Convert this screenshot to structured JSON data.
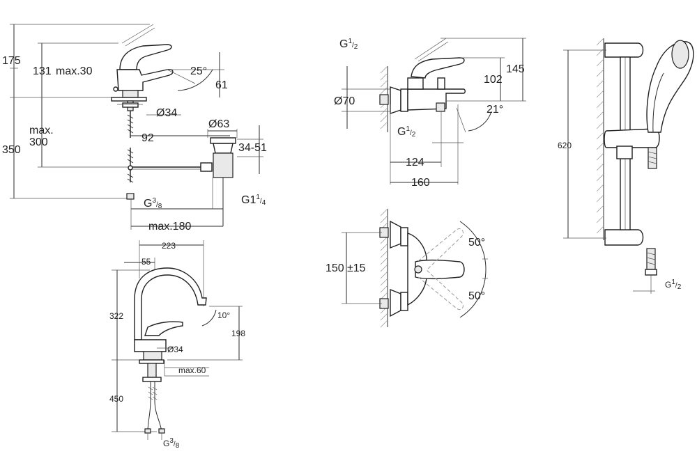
{
  "basin_mixer": {
    "dims": {
      "h175": "175",
      "h131": "131",
      "max30": "max.30",
      "angle25": "25°",
      "d61": "61",
      "dia34": "Ø34",
      "dia63": "Ø63",
      "d92": "92",
      "max_word": "max.",
      "d300": "300",
      "h350": "350",
      "d34_51": "34-51",
      "g_basin": "G",
      "g_basin_num": "3",
      "g_basin_den": "8",
      "g1_main": "G1",
      "g1_num": "1",
      "g1_den": "4",
      "max180": "max.180"
    }
  },
  "sink_mixer": {
    "dims": {
      "d223": "223",
      "d55": "55",
      "d322": "322",
      "angle10": "10°",
      "d198": "198",
      "dia34": "Ø34",
      "max60": "max.60",
      "d450": "450",
      "g_sink": "G",
      "g_sink_num": "3",
      "g_sink_den": "8"
    }
  },
  "bath_mixer": {
    "dims": {
      "g_top": "G",
      "g_top_num": "1",
      "g_top_den": "2",
      "dia70": "Ø70",
      "d102": "102",
      "d145": "145",
      "angle21": "21°",
      "g_spout": "G",
      "g_spout_num": "1",
      "g_spout_den": "2",
      "d124": "124",
      "d160": "160"
    }
  },
  "wall_mixer": {
    "dims": {
      "d150": "150",
      "tol15": "±15",
      "angle50_top": "50°",
      "angle50_bottom": "50°"
    }
  },
  "shower_rail": {
    "dims": {
      "d620": "620",
      "g_hose": "G",
      "g_hose_num": "1",
      "g_hose_den": "2"
    }
  }
}
